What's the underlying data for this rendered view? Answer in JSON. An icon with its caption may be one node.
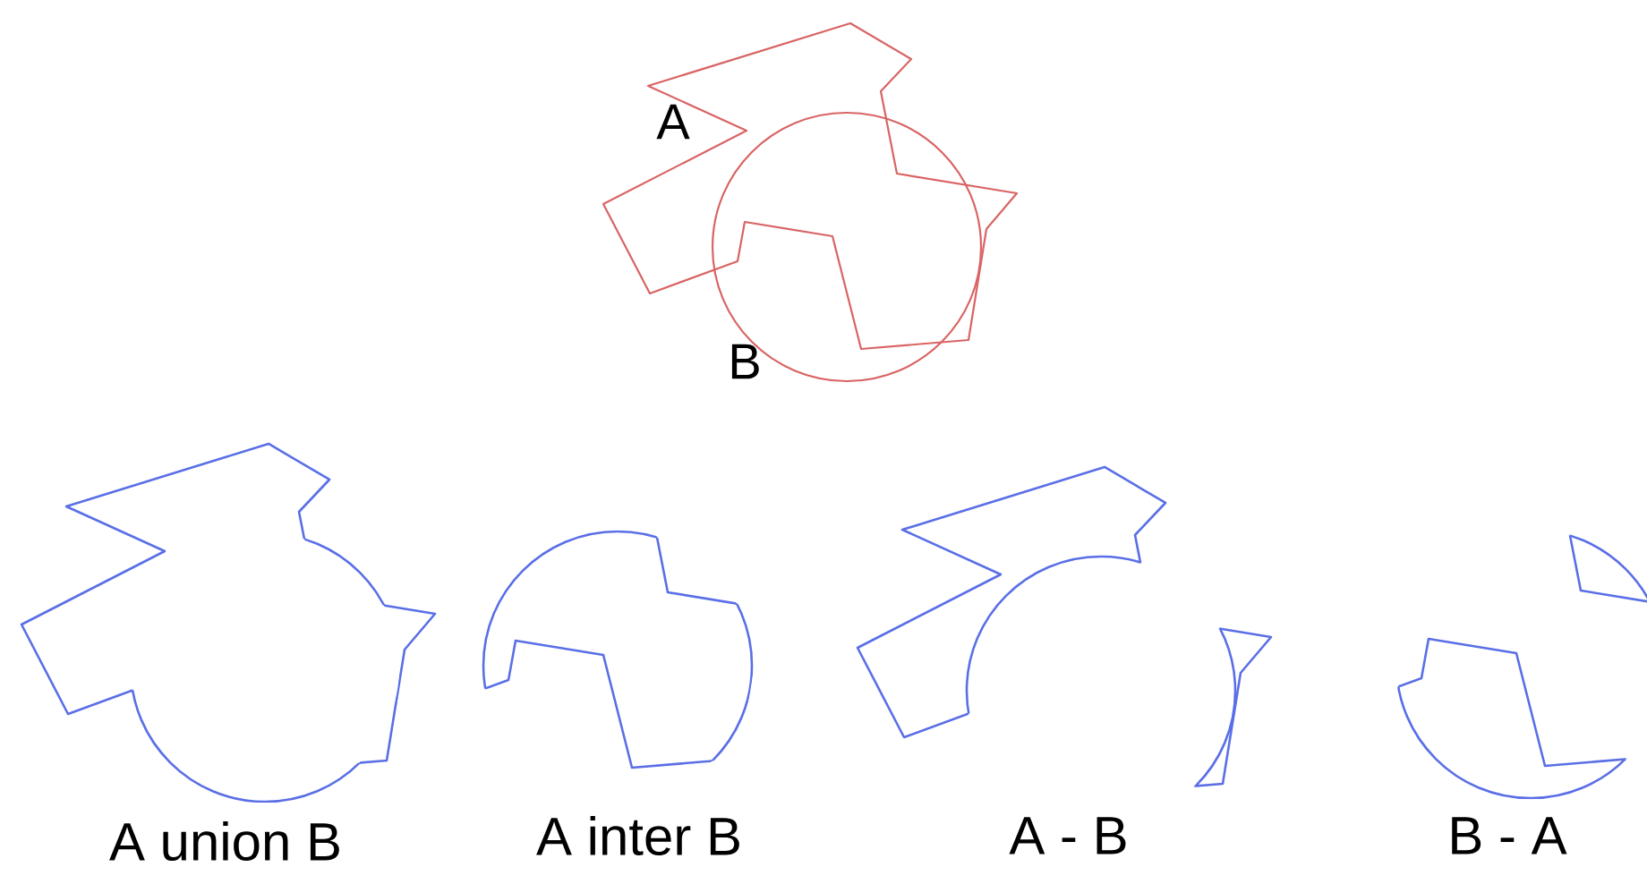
{
  "diagram": {
    "labels": [
      "A",
      "B",
      "A union B",
      "A inter B",
      "A - B",
      "B - A"
    ]
  }
}
